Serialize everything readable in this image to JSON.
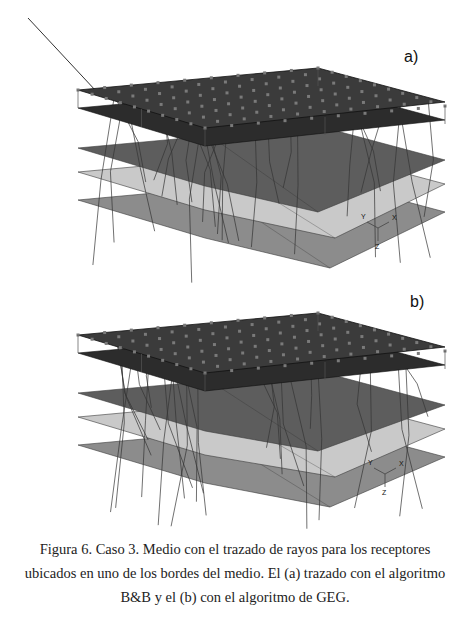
{
  "diagram": {
    "caption": "Figura 6. Caso 3. Medio con el trazado de rayos para los receptores ubicados en uno de los bordes del medio. El (a) trazado con el algoritmo B&B y el (b) con el algoritmo de GEG.",
    "labels": [
      "a)",
      "Y",
      "X",
      "Z",
      "b)",
      "Y",
      "X",
      "Z"
    ]
  }
}
